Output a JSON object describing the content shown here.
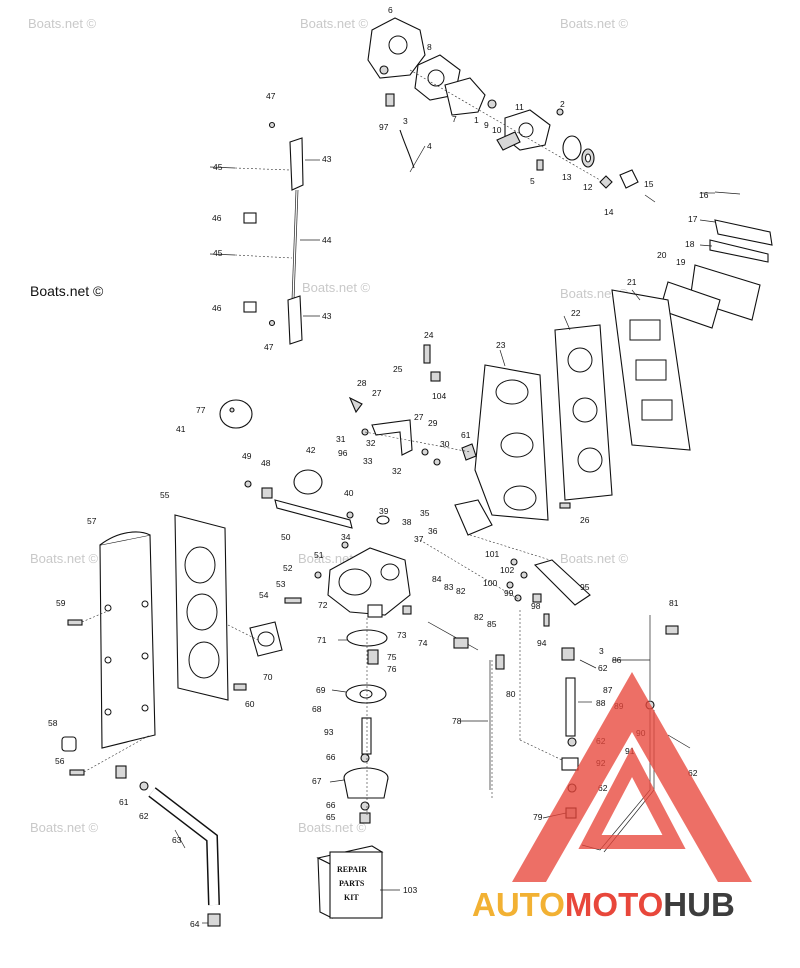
{
  "watermarks": {
    "light": "Boats.net ©",
    "dark": "Boats.net ©"
  },
  "brand": {
    "part1": "AUTO",
    "part2": "MOTO",
    "part3": "HUB",
    "color1": "#f2b133",
    "color2": "#e8473b",
    "color3": "#3d3d3d"
  },
  "repair_kit": {
    "line1": "REPAIR",
    "line2": "PARTS",
    "line3": "KIT"
  },
  "callouts": [
    {
      "id": "c6",
      "text": "6"
    },
    {
      "id": "c8",
      "text": "8"
    },
    {
      "id": "c7",
      "text": "7"
    },
    {
      "id": "c1",
      "text": "1"
    },
    {
      "id": "c9",
      "text": "9"
    },
    {
      "id": "c10",
      "text": "10"
    },
    {
      "id": "c11",
      "text": "11"
    },
    {
      "id": "c2",
      "text": "2"
    },
    {
      "id": "c97",
      "text": "97"
    },
    {
      "id": "c3a",
      "text": "3"
    },
    {
      "id": "c4",
      "text": "4"
    },
    {
      "id": "c5",
      "text": "5"
    },
    {
      "id": "c13",
      "text": "13"
    },
    {
      "id": "c12",
      "text": "12"
    },
    {
      "id": "c14",
      "text": "14"
    },
    {
      "id": "c15",
      "text": "15"
    },
    {
      "id": "c16",
      "text": "16"
    },
    {
      "id": "c17",
      "text": "17"
    },
    {
      "id": "c18",
      "text": "18"
    },
    {
      "id": "c19",
      "text": "19"
    },
    {
      "id": "c20",
      "text": "20"
    },
    {
      "id": "c21",
      "text": "21"
    },
    {
      "id": "c22",
      "text": "22"
    },
    {
      "id": "c47a",
      "text": "47"
    },
    {
      "id": "c43a",
      "text": "43"
    },
    {
      "id": "c45a",
      "text": "45"
    },
    {
      "id": "c46a",
      "text": "46"
    },
    {
      "id": "c44",
      "text": "44"
    },
    {
      "id": "c45b",
      "text": "45"
    },
    {
      "id": "c46b",
      "text": "46"
    },
    {
      "id": "c43b",
      "text": "43"
    },
    {
      "id": "c47b",
      "text": "47"
    },
    {
      "id": "c24",
      "text": "24"
    },
    {
      "id": "c23",
      "text": "23"
    },
    {
      "id": "c25",
      "text": "25"
    },
    {
      "id": "c104",
      "text": "104"
    },
    {
      "id": "c28",
      "text": "28"
    },
    {
      "id": "c27a",
      "text": "27"
    },
    {
      "id": "c27b",
      "text": "27"
    },
    {
      "id": "c29",
      "text": "29"
    },
    {
      "id": "c31",
      "text": "31"
    },
    {
      "id": "c32a",
      "text": "32"
    },
    {
      "id": "c30",
      "text": "30"
    },
    {
      "id": "c33",
      "text": "33"
    },
    {
      "id": "c32b",
      "text": "32"
    },
    {
      "id": "c61a",
      "text": "61"
    },
    {
      "id": "c77",
      "text": "77"
    },
    {
      "id": "c41",
      "text": "41"
    },
    {
      "id": "c42",
      "text": "42"
    },
    {
      "id": "c96",
      "text": "96"
    },
    {
      "id": "c49",
      "text": "49"
    },
    {
      "id": "c48",
      "text": "48"
    },
    {
      "id": "c40",
      "text": "40"
    },
    {
      "id": "c39",
      "text": "39"
    },
    {
      "id": "c38",
      "text": "38"
    },
    {
      "id": "c35",
      "text": "35"
    },
    {
      "id": "c26",
      "text": "26"
    },
    {
      "id": "c36",
      "text": "36"
    },
    {
      "id": "c37",
      "text": "37"
    },
    {
      "id": "c34",
      "text": "34"
    },
    {
      "id": "c50",
      "text": "50"
    },
    {
      "id": "c51",
      "text": "51"
    },
    {
      "id": "c55",
      "text": "55"
    },
    {
      "id": "c57",
      "text": "57"
    },
    {
      "id": "c52",
      "text": "52"
    },
    {
      "id": "c53",
      "text": "53"
    },
    {
      "id": "c54",
      "text": "54"
    },
    {
      "id": "c72",
      "text": "72"
    },
    {
      "id": "c101",
      "text": "101"
    },
    {
      "id": "c102",
      "text": "102"
    },
    {
      "id": "c100",
      "text": "100"
    },
    {
      "id": "c99",
      "text": "99"
    },
    {
      "id": "c98",
      "text": "98"
    },
    {
      "id": "c95",
      "text": "95"
    },
    {
      "id": "c84",
      "text": "84"
    },
    {
      "id": "c83",
      "text": "83"
    },
    {
      "id": "c82a",
      "text": "82"
    },
    {
      "id": "c82b",
      "text": "82"
    },
    {
      "id": "c85",
      "text": "85"
    },
    {
      "id": "c94",
      "text": "94"
    },
    {
      "id": "c81",
      "text": "81"
    },
    {
      "id": "c59",
      "text": "59"
    },
    {
      "id": "c71",
      "text": "71"
    },
    {
      "id": "c73",
      "text": "73"
    },
    {
      "id": "c74",
      "text": "74"
    },
    {
      "id": "c75",
      "text": "75"
    },
    {
      "id": "c76",
      "text": "76"
    },
    {
      "id": "c3b",
      "text": "3"
    },
    {
      "id": "c62a",
      "text": "62"
    },
    {
      "id": "c86",
      "text": "86"
    },
    {
      "id": "c70",
      "text": "70"
    },
    {
      "id": "c80",
      "text": "80"
    },
    {
      "id": "c69",
      "text": "69"
    },
    {
      "id": "c68",
      "text": "68"
    },
    {
      "id": "c87",
      "text": "87"
    },
    {
      "id": "c88",
      "text": "88"
    },
    {
      "id": "c89",
      "text": "89"
    },
    {
      "id": "c60",
      "text": "60"
    },
    {
      "id": "c78",
      "text": "78"
    },
    {
      "id": "c93",
      "text": "93"
    },
    {
      "id": "c62b",
      "text": "62"
    },
    {
      "id": "c90",
      "text": "90"
    },
    {
      "id": "c91",
      "text": "91"
    },
    {
      "id": "c58",
      "text": "58"
    },
    {
      "id": "c66a",
      "text": "66"
    },
    {
      "id": "c92",
      "text": "92"
    },
    {
      "id": "c62c",
      "text": "62"
    },
    {
      "id": "c67",
      "text": "67"
    },
    {
      "id": "c56",
      "text": "56"
    },
    {
      "id": "c61b",
      "text": "61"
    },
    {
      "id": "c62d",
      "text": "62"
    },
    {
      "id": "c62e",
      "text": "62"
    },
    {
      "id": "c66b",
      "text": "66"
    },
    {
      "id": "c65",
      "text": "65"
    },
    {
      "id": "c79",
      "text": "79"
    },
    {
      "id": "c63",
      "text": "63"
    },
    {
      "id": "c103",
      "text": "103"
    },
    {
      "id": "c64",
      "text": "64"
    }
  ]
}
